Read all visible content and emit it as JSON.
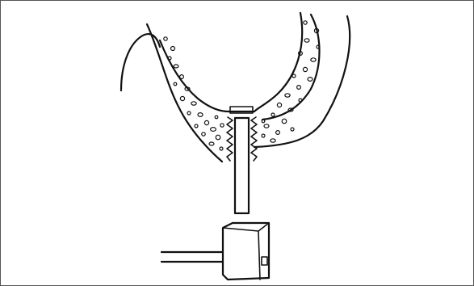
{
  "figure": {
    "colors": {
      "ink": "#111111",
      "background": "#ffffff",
      "frame": "#555555"
    },
    "parts": [
      "alveolar-ridge",
      "cortical-bone",
      "cancellous-bone",
      "osteotomy-site",
      "osteotome",
      "mallet"
    ]
  }
}
